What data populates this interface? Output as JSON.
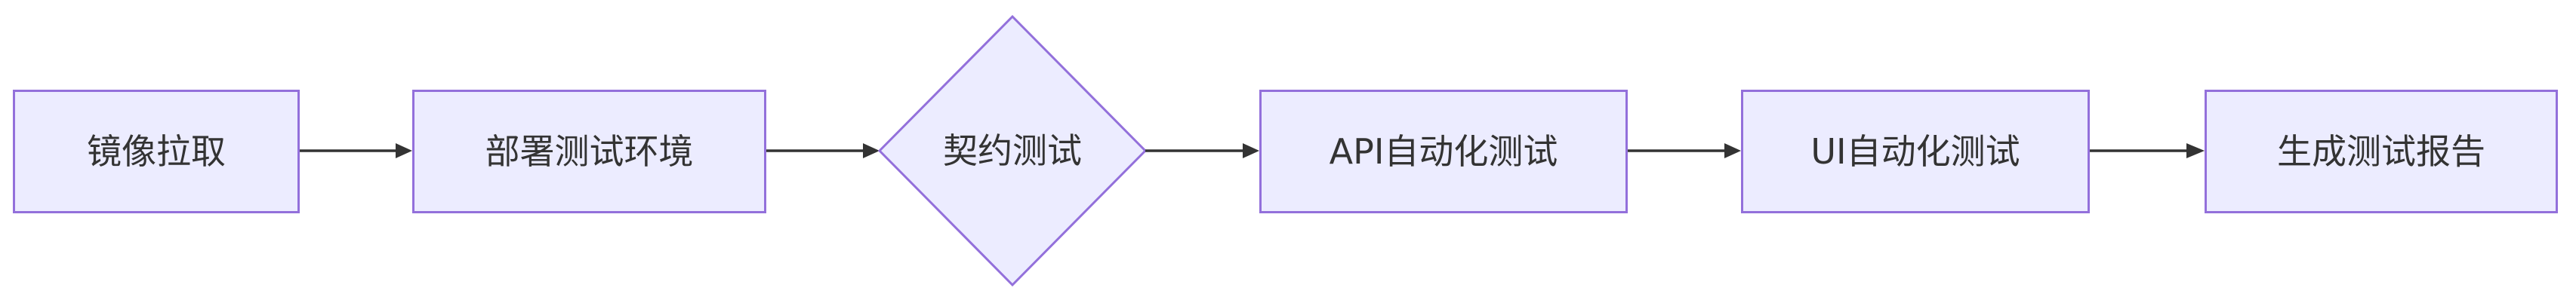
{
  "diagram": {
    "type": "flowchart",
    "direction": "left-to-right",
    "nodes": [
      {
        "id": "A",
        "label": "镜像拉取",
        "shape": "rectangle"
      },
      {
        "id": "B",
        "label": "部署测试环境",
        "shape": "rectangle"
      },
      {
        "id": "C",
        "label": "契约测试",
        "shape": "diamond"
      },
      {
        "id": "D",
        "label": "API自动化测试",
        "shape": "rectangle"
      },
      {
        "id": "E",
        "label": "UI自动化测试",
        "shape": "rectangle"
      },
      {
        "id": "F",
        "label": "生成测试报告",
        "shape": "rectangle"
      }
    ],
    "edges": [
      {
        "from": "A",
        "to": "B"
      },
      {
        "from": "B",
        "to": "C"
      },
      {
        "from": "C",
        "to": "D"
      },
      {
        "from": "D",
        "to": "E"
      },
      {
        "from": "E",
        "to": "F"
      }
    ],
    "colors": {
      "node_fill": "#ECECFF",
      "node_border": "#9370DB",
      "text": "#333333",
      "arrow": "#333333",
      "background": "#FFFFFF"
    }
  }
}
